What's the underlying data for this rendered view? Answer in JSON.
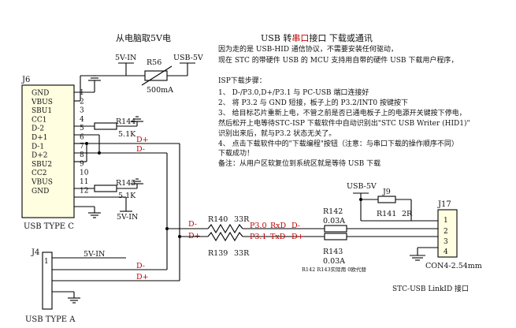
{
  "header": {
    "left_title": "从电脑取5V电",
    "title_prefix": "USB 转",
    "title_highlight": "串口",
    "title_suffix": "接口 下载或通讯"
  },
  "notes": [
    "因为走的是 USB-HID 通信协议，不需要安装任何驱动，",
    "现在 STC 的带硬件 USB 的 MCU 支持用自带的硬件 USB 下载用户程序，",
    "ISP下载步骤：",
    "1、 D-/P3.0,D+/P3.1 与 PC-USB 端口连接好",
    "2、 将 P3.2 与 GND 短接，板子上的 P3.2/INT0 按键按下",
    "3、 给目标芯片重新上电，不管之前是否已通电板子上的电源开关键按下停电，",
    "     然后松开上电等待STC-ISP 下载软件中自动识别出\"STC USB Writer (HID1)\"",
    "     识别出来后，就与P3.2 状态无关了。",
    "4、 点击下载软件中的\"下载编程\"按钮（注意：与串口下载的操作顺序不同）",
    "     下载成功！",
    "备注：从用户区软复位到系统区就是等待 USB 下载"
  ],
  "j6": {
    "ref": "J6",
    "type_label": "USB TYPE C",
    "pins": [
      {
        "name": "GND",
        "num": "1"
      },
      {
        "name": "VBUS",
        "num": "2"
      },
      {
        "name": "SBU1",
        "num": "3"
      },
      {
        "name": "CC1",
        "num": "4"
      },
      {
        "name": "D-2",
        "num": "5"
      },
      {
        "name": "D+1",
        "num": "6"
      },
      {
        "name": "D-1",
        "num": "7"
      },
      {
        "name": "D+2",
        "num": "8"
      },
      {
        "name": "SBU2",
        "num": "9"
      },
      {
        "name": "CC2",
        "num": "10"
      },
      {
        "name": "VBUS",
        "num": "11"
      },
      {
        "name": "GND",
        "num": "12"
      }
    ]
  },
  "j4": {
    "ref": "J4",
    "pin_num": "1",
    "net": "5V-IN",
    "type_label": "USB TYPE A"
  },
  "r56": {
    "ref": "R56",
    "value": "500mA",
    "net_left": "5V-IN",
    "net_right": "USB-5V"
  },
  "r144": {
    "ref": "R144",
    "value": "5.1K"
  },
  "r145": {
    "ref": "R145",
    "value": "5.1K"
  },
  "r140": {
    "ref": "R140",
    "value": "33R"
  },
  "r139": {
    "ref": "R139",
    "value": "33R"
  },
  "r142": {
    "ref": "R142",
    "value": "0.03A"
  },
  "r143": {
    "ref": "R143",
    "value": "0.03A"
  },
  "r141": {
    "ref": "R141",
    "value": "2R"
  },
  "j9": {
    "ref": "J9"
  },
  "j17": {
    "ref": "J17",
    "value": "CON4-2.54mm",
    "pins": [
      "1",
      "2",
      "3",
      "4"
    ],
    "caption": "STC-USB LinkID 接口"
  },
  "nets": {
    "dminus": "D-",
    "dplus": "D+",
    "p30": "P3.0",
    "rxd": "RxD",
    "p31": "P3.1",
    "txd": "TxD",
    "usb5v": "USB-5V",
    "fivevin": "5V-IN"
  },
  "small_note": "R142 R143实际用 0欧代替"
}
